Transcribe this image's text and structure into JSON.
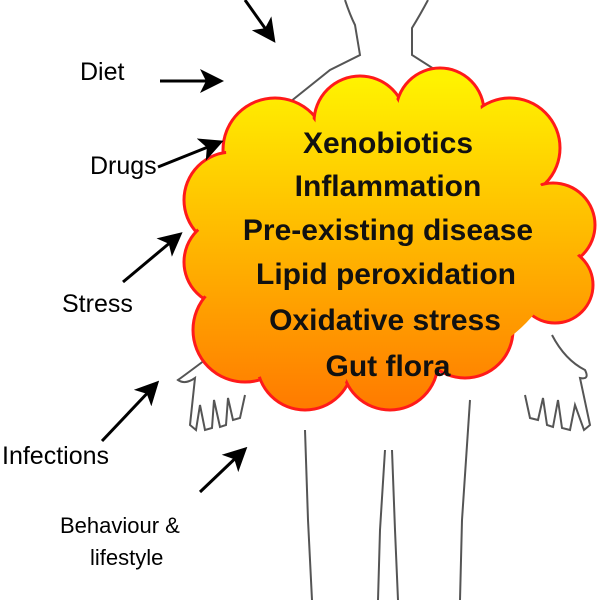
{
  "factors": [
    "Diet",
    "Drugs",
    "Stress",
    "Infections",
    "Behaviour &",
    "lifestyle"
  ],
  "cloud_items": [
    "Xenobiotics",
    "Inflammation",
    "Pre-existing disease",
    "Lipid peroxidation",
    "Oxidative stress",
    "Gut flora"
  ],
  "colors": {
    "cloud_top": "#fff200",
    "cloud_bottom": "#ff7a00",
    "cloud_outline": "#ff1a1a",
    "body_outline": "#555555"
  }
}
